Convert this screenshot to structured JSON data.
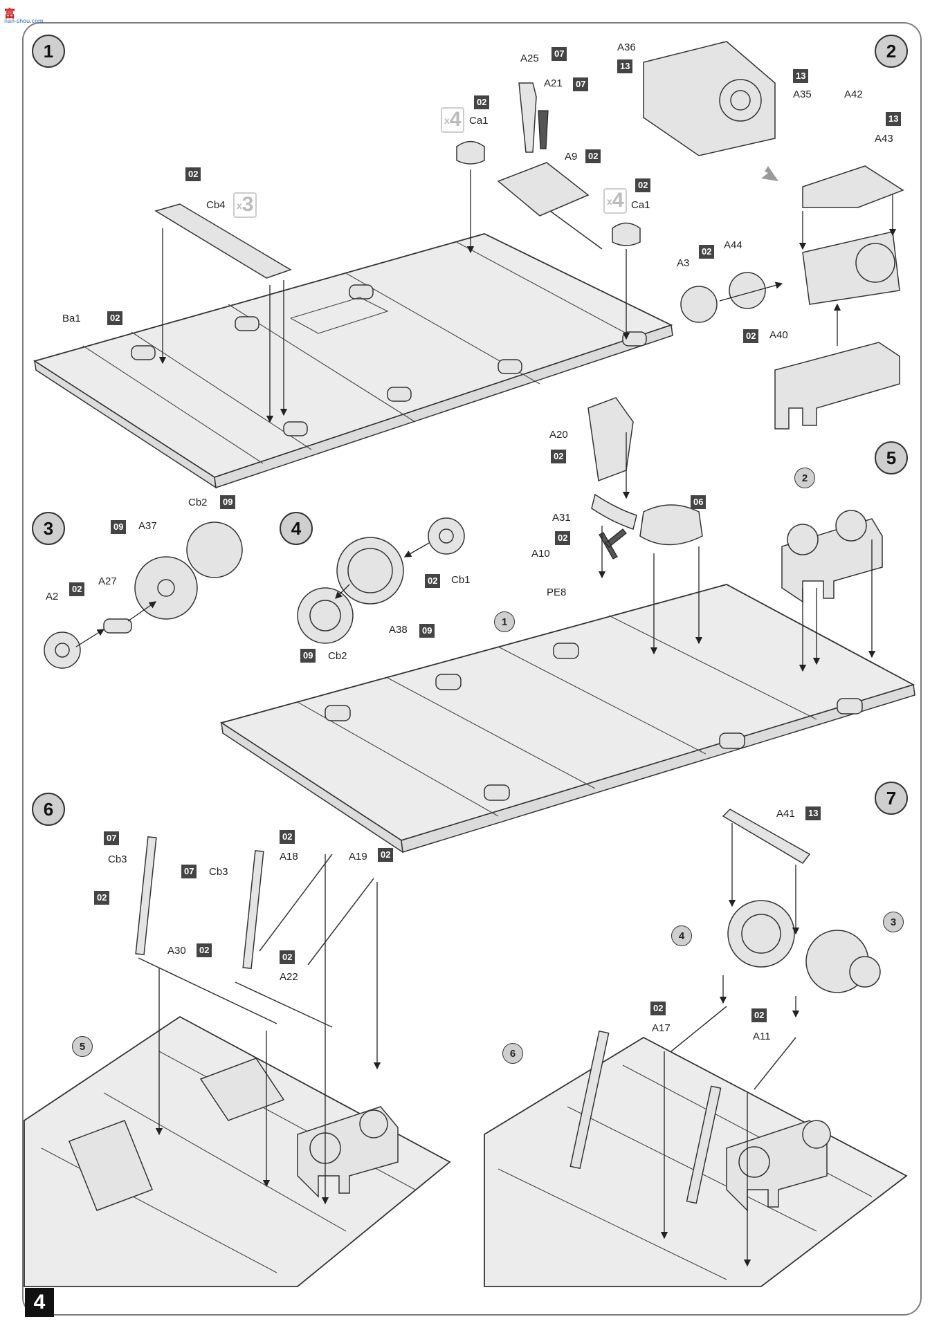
{
  "watermark": {
    "cn": "富",
    "en": "nan-shou.com"
  },
  "page_number": "4",
  "steps": {
    "s1": "1",
    "s2": "2",
    "s3": "3",
    "s4": "4",
    "s5": "5",
    "s6": "6",
    "s7": "7"
  },
  "step1": {
    "ba1": "Ba1",
    "ba1_sprue": "02",
    "cb4": "Cb4",
    "cb4_sprue": "02",
    "cb4_mult": "3",
    "ca1_left": "Ca1",
    "ca1_left_sprue": "02",
    "ca1_left_mult": "4",
    "ca1_right": "Ca1",
    "ca1_right_sprue": "02",
    "ca1_right_mult": "4",
    "a25": "A25",
    "a25_sprue": "07",
    "a21": "A21",
    "a21_sprue": "07",
    "a9": "A9",
    "a9_sprue": "02"
  },
  "step2": {
    "a36": "A36",
    "a36_sprue": "13",
    "a35": "A35",
    "a35_sprue": "13",
    "a42": "A42",
    "a43": "A43",
    "a43_sprue": "13",
    "a3": "A3",
    "a44": "A44",
    "a44_sprue": "02",
    "a40": "A40",
    "a40_sprue": "02"
  },
  "step3": {
    "cb2": "Cb2",
    "cb2_sprue": "09",
    "a37": "A37",
    "a37_sprue": "09",
    "a2": "A2",
    "a27": "A27",
    "a27_sprue": "02"
  },
  "step4": {
    "cb1": "Cb1",
    "cb1_sprue": "02",
    "a38": "A38",
    "a38_sprue": "09",
    "cb2": "Cb2",
    "cb2_sprue": "09"
  },
  "step5": {
    "a20": "A20",
    "a20_sprue": "02",
    "a31": "A31",
    "a31_sprue": "02",
    "seat_sprue": "06",
    "a10": "A10",
    "pe8": "PE8",
    "ref1": "1",
    "ref2": "2"
  },
  "step6": {
    "cb3_left": "Cb3",
    "cb3_left_sprue": "07",
    "cb3_right": "Cb3",
    "cb3_right_sprue": "07",
    "lever_sprue": "02",
    "a18": "A18",
    "a18_sprue": "02",
    "a19": "A19",
    "a19_sprue": "02",
    "a30": "A30",
    "a30_sprue": "02",
    "a22": "A22",
    "a22_sprue": "02",
    "ref5": "5"
  },
  "step7": {
    "a41": "A41",
    "a41_sprue": "13",
    "ref4": "4",
    "ref3": "3",
    "a17": "A17",
    "a17_sprue": "02",
    "a11": "A11",
    "a11_sprue": "02",
    "ref6": "6"
  }
}
